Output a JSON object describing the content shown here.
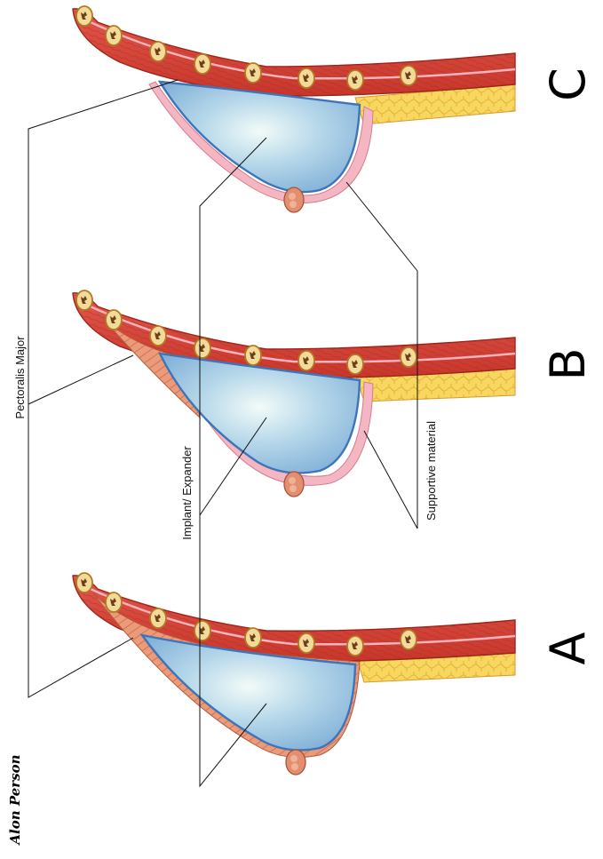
{
  "labels": {
    "pectoralis": "Pectoralis Major",
    "implant": "Implant/ Expander",
    "supportive": "Supportive material"
  },
  "panels": [
    {
      "letter": "A",
      "pectoralis_coverage": "full",
      "supportive_material": false
    },
    {
      "letter": "B",
      "pectoralis_coverage": "partial",
      "supportive_material": true
    },
    {
      "letter": "C",
      "pectoralis_coverage": "none",
      "supportive_material": true
    }
  ],
  "signature": "Alon Person",
  "colors": {
    "muscle": "#d9483b",
    "muscle_dark": "#b22a20",
    "skin_line": "#f2a9b0",
    "fat": "#f6d25a",
    "implant_center": "#eef8f6",
    "implant_edge": "#7fb3d8",
    "implant_outline": "#3e74b8",
    "support": "#f6b7c3",
    "rib": "#e3b766"
  },
  "icons": [
    "rib-cross-section-icon",
    "nipple-icon"
  ]
}
